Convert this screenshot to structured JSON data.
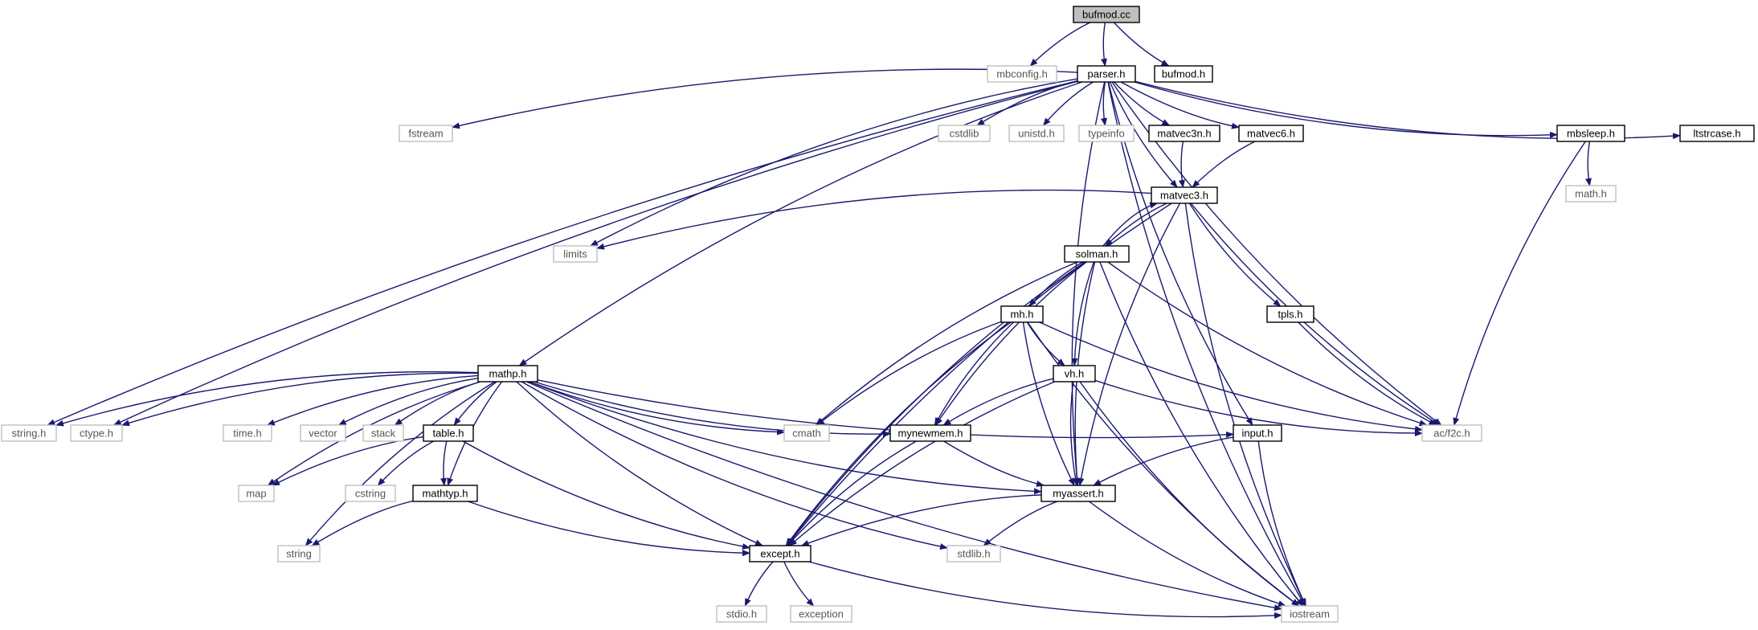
{
  "diagram": {
    "type": "include-dependency-graph",
    "edge_color": "#191970",
    "node_border_local": "#000000",
    "node_border_system": "#bfbfbf",
    "root_fill": "#bfbfbf",
    "root": "bufmod.cc",
    "nodes": [
      {
        "id": "bufmod_cc",
        "label": "bufmod.cc",
        "kind": "root"
      },
      {
        "id": "mbconfig_h",
        "label": "mbconfig.h",
        "kind": "system"
      },
      {
        "id": "parser_h",
        "label": "parser.h",
        "kind": "local"
      },
      {
        "id": "bufmod_h",
        "label": "bufmod.h",
        "kind": "local"
      },
      {
        "id": "fstream",
        "label": "fstream",
        "kind": "system"
      },
      {
        "id": "cstdlib",
        "label": "cstdlib",
        "kind": "system"
      },
      {
        "id": "unistd_h",
        "label": "unistd.h",
        "kind": "system"
      },
      {
        "id": "typeinfo",
        "label": "typeinfo",
        "kind": "system"
      },
      {
        "id": "matvec3n_h",
        "label": "matvec3n.h",
        "kind": "local"
      },
      {
        "id": "matvec6_h",
        "label": "matvec6.h",
        "kind": "local"
      },
      {
        "id": "mbsleep_h",
        "label": "mbsleep.h",
        "kind": "local"
      },
      {
        "id": "ltstrcase_h",
        "label": "ltstrcase.h",
        "kind": "local"
      },
      {
        "id": "math_h",
        "label": "math.h",
        "kind": "system"
      },
      {
        "id": "matvec3_h",
        "label": "matvec3.h",
        "kind": "local"
      },
      {
        "id": "limits",
        "label": "limits",
        "kind": "system"
      },
      {
        "id": "solman_h",
        "label": "solman.h",
        "kind": "local"
      },
      {
        "id": "tpls_h",
        "label": "tpls.h",
        "kind": "local"
      },
      {
        "id": "mh_h",
        "label": "mh.h",
        "kind": "local"
      },
      {
        "id": "mathp_h",
        "label": "mathp.h",
        "kind": "local"
      },
      {
        "id": "vh_h",
        "label": "vh.h",
        "kind": "local"
      },
      {
        "id": "string_h",
        "label": "string.h",
        "kind": "system"
      },
      {
        "id": "ctype_h",
        "label": "ctype.h",
        "kind": "system"
      },
      {
        "id": "time_h",
        "label": "time.h",
        "kind": "system"
      },
      {
        "id": "vector",
        "label": "vector",
        "kind": "system"
      },
      {
        "id": "stack",
        "label": "stack",
        "kind": "system"
      },
      {
        "id": "table_h",
        "label": "table.h",
        "kind": "local"
      },
      {
        "id": "cmath",
        "label": "cmath",
        "kind": "system"
      },
      {
        "id": "mynewmem_h",
        "label": "mynewmem.h",
        "kind": "local"
      },
      {
        "id": "input_h",
        "label": "input.h",
        "kind": "local"
      },
      {
        "id": "ac_f2c_h",
        "label": "ac/f2c.h",
        "kind": "system"
      },
      {
        "id": "map",
        "label": "map",
        "kind": "system"
      },
      {
        "id": "cstring",
        "label": "cstring",
        "kind": "system"
      },
      {
        "id": "mathtyp_h",
        "label": "mathtyp.h",
        "kind": "local"
      },
      {
        "id": "myassert_h",
        "label": "myassert.h",
        "kind": "local"
      },
      {
        "id": "string",
        "label": "string",
        "kind": "system"
      },
      {
        "id": "except_h",
        "label": "except.h",
        "kind": "local"
      },
      {
        "id": "stdlib_h",
        "label": "stdlib.h",
        "kind": "system"
      },
      {
        "id": "stdio_h",
        "label": "stdio.h",
        "kind": "system"
      },
      {
        "id": "exception",
        "label": "exception",
        "kind": "system"
      },
      {
        "id": "iostream",
        "label": "iostream",
        "kind": "system"
      }
    ],
    "edges": [
      [
        "bufmod_cc",
        "mbconfig_h"
      ],
      [
        "bufmod_cc",
        "parser_h"
      ],
      [
        "bufmod_cc",
        "bufmod_h"
      ],
      [
        "parser_h",
        "fstream"
      ],
      [
        "parser_h",
        "cstdlib"
      ],
      [
        "parser_h",
        "unistd_h"
      ],
      [
        "parser_h",
        "typeinfo"
      ],
      [
        "parser_h",
        "matvec3n_h"
      ],
      [
        "parser_h",
        "matvec6_h"
      ],
      [
        "parser_h",
        "mbsleep_h"
      ],
      [
        "parser_h",
        "ltstrcase_h"
      ],
      [
        "parser_h",
        "matvec3_h"
      ],
      [
        "parser_h",
        "limits"
      ],
      [
        "parser_h",
        "mathp_h"
      ],
      [
        "parser_h",
        "string_h"
      ],
      [
        "parser_h",
        "ctype_h"
      ],
      [
        "parser_h",
        "myassert_h"
      ],
      [
        "parser_h",
        "input_h"
      ],
      [
        "parser_h",
        "ac_f2c_h"
      ],
      [
        "parser_h",
        "iostream"
      ],
      [
        "mbsleep_h",
        "math_h"
      ],
      [
        "mbsleep_h",
        "ac_f2c_h"
      ],
      [
        "matvec3n_h",
        "matvec3_h"
      ],
      [
        "matvec6_h",
        "matvec3_h"
      ],
      [
        "matvec3_h",
        "limits"
      ],
      [
        "matvec3_h",
        "solman_h"
      ],
      [
        "matvec3_h",
        "tpls_h"
      ],
      [
        "matvec3_h",
        "ac_f2c_h"
      ],
      [
        "matvec3_h",
        "myassert_h"
      ],
      [
        "matvec3_h",
        "except_h"
      ],
      [
        "matvec3_h",
        "iostream"
      ],
      [
        "solman_h",
        "matvec3_h"
      ],
      [
        "solman_h",
        "mh_h"
      ],
      [
        "solman_h",
        "vh_h"
      ],
      [
        "solman_h",
        "cmath"
      ],
      [
        "solman_h",
        "mynewmem_h"
      ],
      [
        "solman_h",
        "myassert_h"
      ],
      [
        "solman_h",
        "except_h"
      ],
      [
        "solman_h",
        "ac_f2c_h"
      ],
      [
        "solman_h",
        "iostream"
      ],
      [
        "tpls_h",
        "ac_f2c_h"
      ],
      [
        "mh_h",
        "vh_h"
      ],
      [
        "mh_h",
        "cmath"
      ],
      [
        "mh_h",
        "mynewmem_h"
      ],
      [
        "mh_h",
        "myassert_h"
      ],
      [
        "mh_h",
        "except_h"
      ],
      [
        "mh_h",
        "ac_f2c_h"
      ],
      [
        "mh_h",
        "iostream"
      ],
      [
        "vh_h",
        "mynewmem_h"
      ],
      [
        "vh_h",
        "myassert_h"
      ],
      [
        "vh_h",
        "except_h"
      ],
      [
        "vh_h",
        "ac_f2c_h"
      ],
      [
        "vh_h",
        "iostream"
      ],
      [
        "mathp_h",
        "string_h"
      ],
      [
        "mathp_h",
        "ctype_h"
      ],
      [
        "mathp_h",
        "time_h"
      ],
      [
        "mathp_h",
        "vector"
      ],
      [
        "mathp_h",
        "stack"
      ],
      [
        "mathp_h",
        "table_h"
      ],
      [
        "mathp_h",
        "cmath"
      ],
      [
        "mathp_h",
        "mynewmem_h"
      ],
      [
        "mathp_h",
        "input_h"
      ],
      [
        "mathp_h",
        "map"
      ],
      [
        "mathp_h",
        "string"
      ],
      [
        "mathp_h",
        "mathtyp_h"
      ],
      [
        "mathp_h",
        "except_h"
      ],
      [
        "mathp_h",
        "myassert_h"
      ],
      [
        "mathp_h",
        "stdlib_h"
      ],
      [
        "mathp_h",
        "iostream"
      ],
      [
        "table_h",
        "map"
      ],
      [
        "table_h",
        "cstring"
      ],
      [
        "table_h",
        "mathtyp_h"
      ],
      [
        "table_h",
        "except_h"
      ],
      [
        "mathtyp_h",
        "string"
      ],
      [
        "mathtyp_h",
        "except_h"
      ],
      [
        "mynewmem_h",
        "myassert_h"
      ],
      [
        "mynewmem_h",
        "except_h"
      ],
      [
        "input_h",
        "myassert_h"
      ],
      [
        "input_h",
        "iostream"
      ],
      [
        "myassert_h",
        "except_h"
      ],
      [
        "myassert_h",
        "stdlib_h"
      ],
      [
        "myassert_h",
        "iostream"
      ],
      [
        "except_h",
        "stdio_h"
      ],
      [
        "except_h",
        "exception"
      ],
      [
        "except_h",
        "iostream"
      ]
    ]
  }
}
